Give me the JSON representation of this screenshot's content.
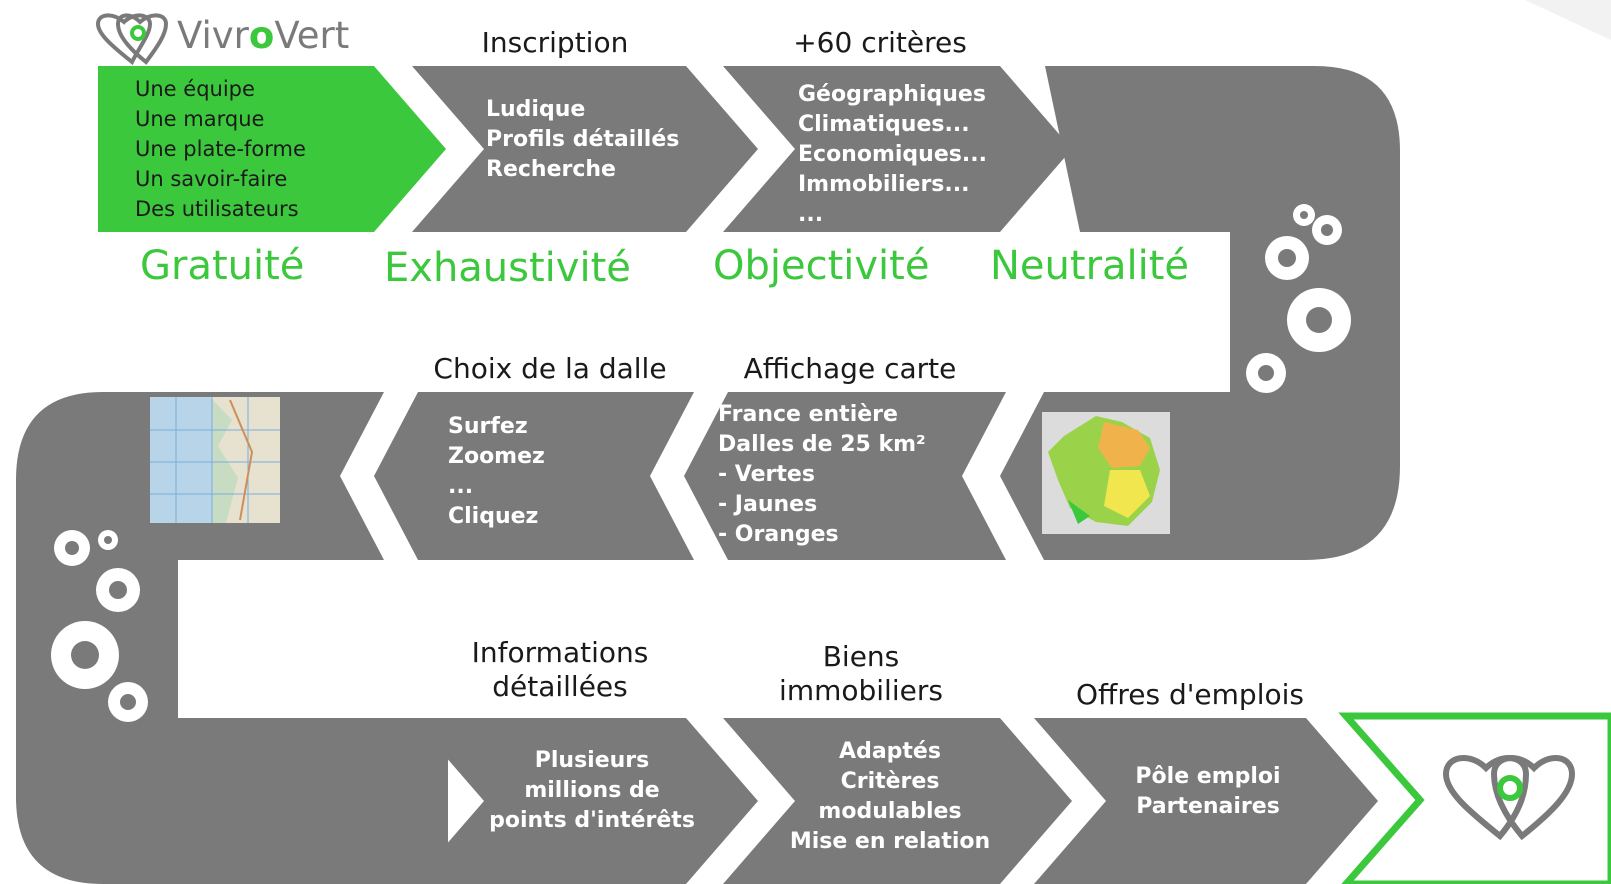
{
  "brand": {
    "name_part1": "Vivr",
    "name_o": "o",
    "name_part2": "Vert",
    "accent_color": "#3cc83c",
    "band_color": "#7a7a7a"
  },
  "row1": {
    "steps": [
      {
        "caption": "",
        "lines": [
          "Une équipe",
          "Une marque",
          "Une plate-forme",
          "Un savoir-faire",
          "Des utilisateurs"
        ]
      },
      {
        "caption": "Inscription",
        "lines": [
          "Ludique",
          "Profils détaillés",
          "Recherche"
        ]
      },
      {
        "caption": "+60 critères",
        "lines": [
          "Géographiques",
          "Climatiques...",
          "Economiques...",
          "Immobiliers...",
          "..."
        ]
      }
    ],
    "values": [
      "Gratuité",
      "Exhaustivité",
      "Objectivité",
      "Neutralité"
    ]
  },
  "row2": {
    "steps": [
      {
        "caption": "Affichage carte",
        "lines": [
          "France entière",
          "Dalles de 25 km²",
          "- Vertes",
          "- Jaunes",
          "- Oranges"
        ]
      },
      {
        "caption": "Choix de la dalle",
        "lines": [
          "Surfez",
          "Zoomez",
          "...",
          "Cliquez"
        ]
      }
    ],
    "images": [
      "france-map-image",
      "zoomed-tile-map-image"
    ]
  },
  "row3": {
    "steps": [
      {
        "caption_lines": [
          "Informations",
          "détaillées"
        ],
        "lines": [
          "Plusieurs",
          "millions de",
          "points d'intérêts"
        ]
      },
      {
        "caption_lines": [
          "Biens",
          "immobiliers"
        ],
        "lines": [
          "Adaptés",
          "Critères",
          "modulables",
          "Mise en relation"
        ]
      },
      {
        "caption_lines": [
          "Offres d'emplois"
        ],
        "lines": [
          "Pôle emploi",
          "Partenaires"
        ]
      }
    ],
    "end_icon": "double-heart-pin-icon"
  },
  "icons": [
    "heart-pin-logo-icon",
    "gears-icon"
  ]
}
